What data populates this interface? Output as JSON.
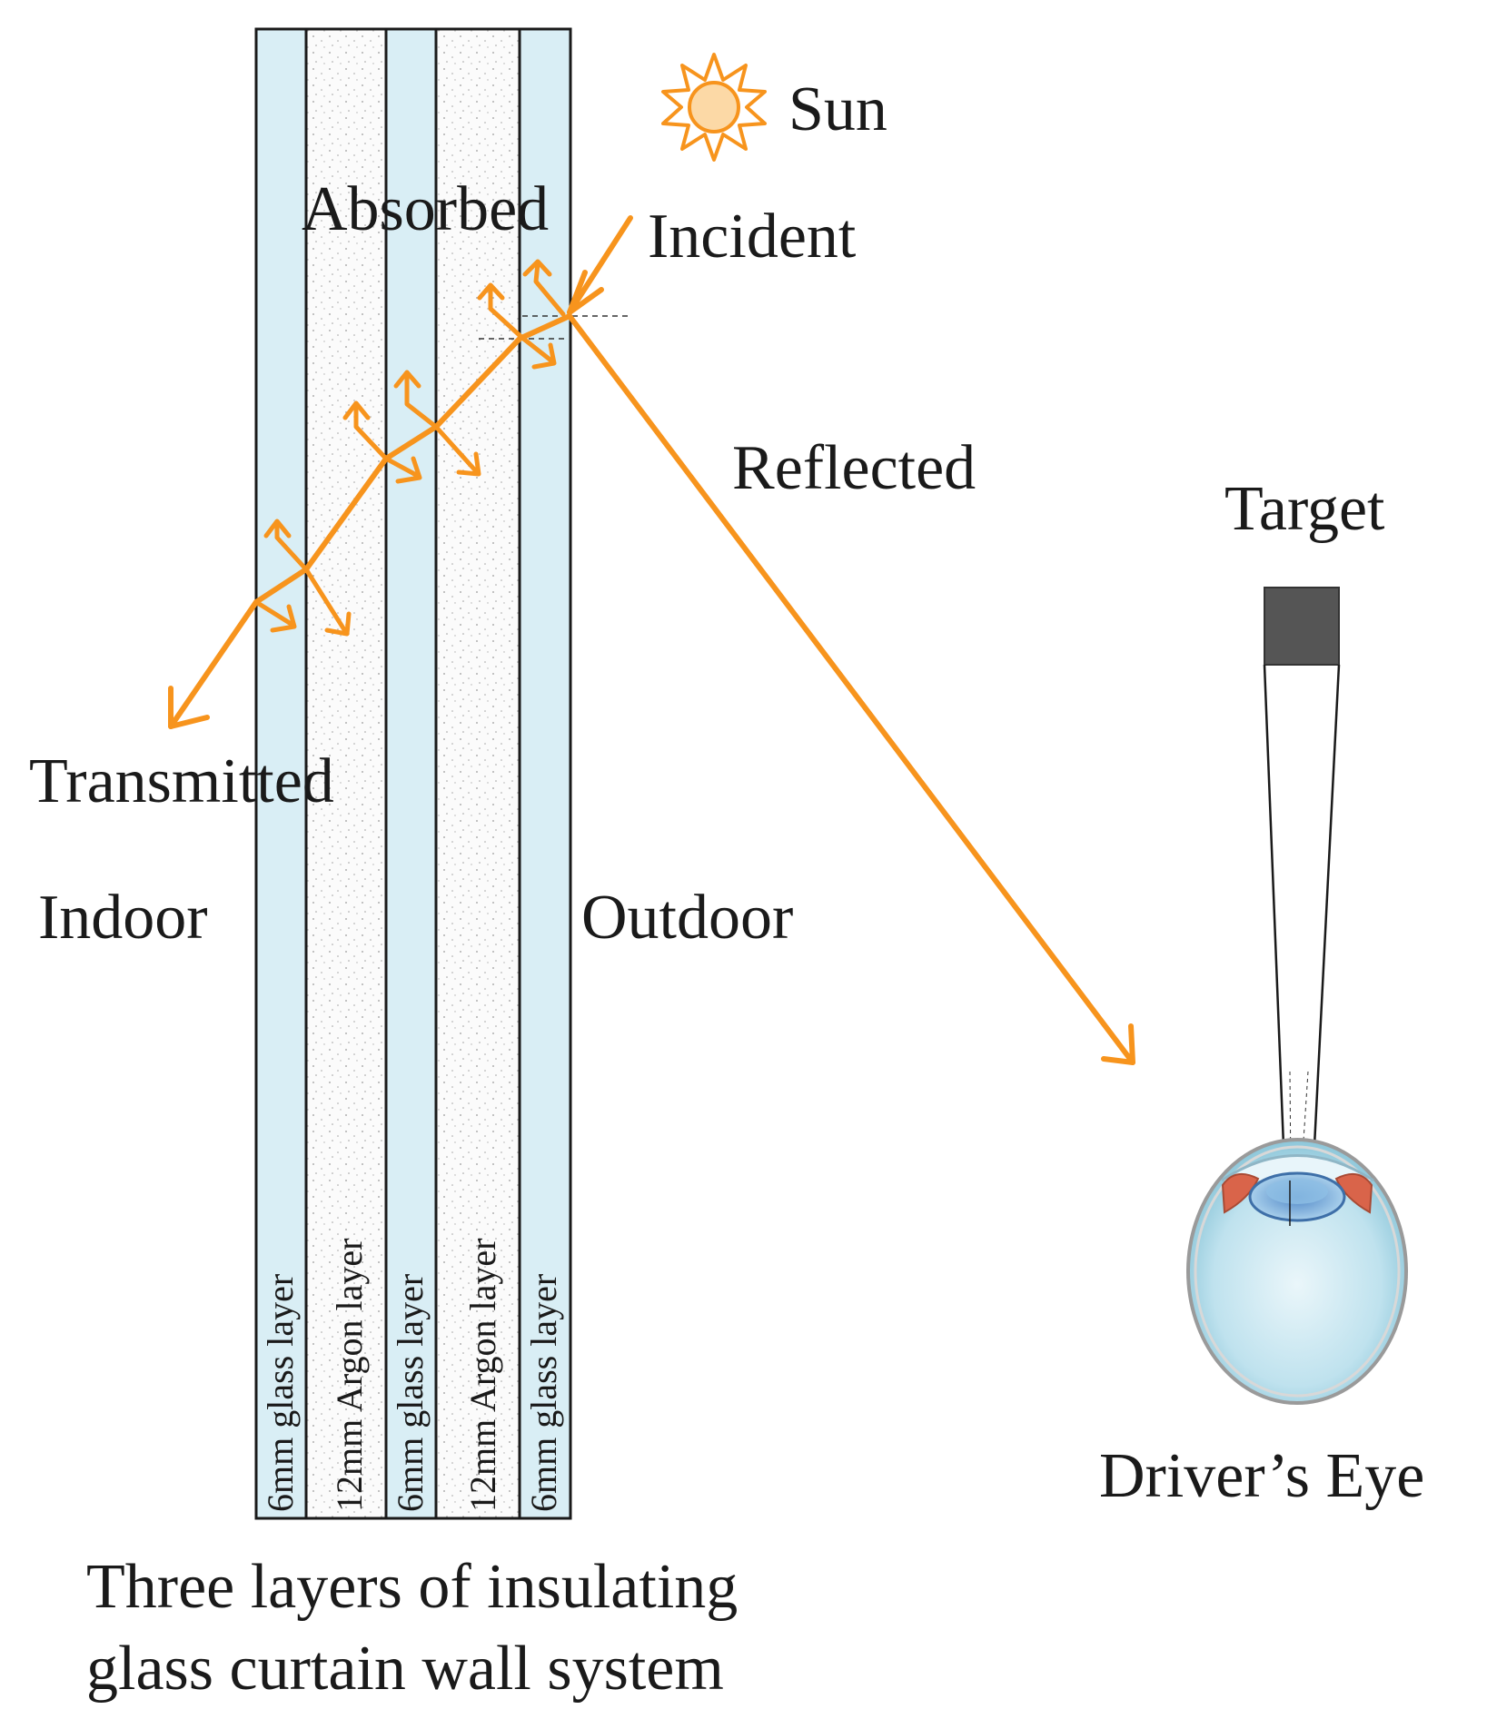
{
  "labels": {
    "sun": "Sun",
    "absorbed": "Absorbed",
    "incident": "Incident",
    "reflected": "Reflected",
    "target": "Target",
    "transmitted": "Transmitted",
    "indoor": "Indoor",
    "outdoor": "Outdoor",
    "drivers_eye": "Driver’s Eye",
    "caption_line1": "Three layers of insulating",
    "caption_line2": "glass curtain wall system"
  },
  "layers": [
    {
      "label": "6mm glass layer",
      "kind": "glass"
    },
    {
      "label": "12mm Argon layer",
      "kind": "argon"
    },
    {
      "label": "6mm glass layer",
      "kind": "glass"
    },
    {
      "label": "12mm Argon layer",
      "kind": "argon"
    },
    {
      "label": "6mm glass layer",
      "kind": "glass"
    }
  ],
  "colors": {
    "ray": "#f7941d",
    "glass": "#d9eef5",
    "argon": "#fbfbfb",
    "sun_fill": "#fcd9a6",
    "target": "#555555",
    "eye_outer": "#cfe9f2",
    "eye_lens": "#6ea9d8",
    "muscle": "#d9644a"
  }
}
